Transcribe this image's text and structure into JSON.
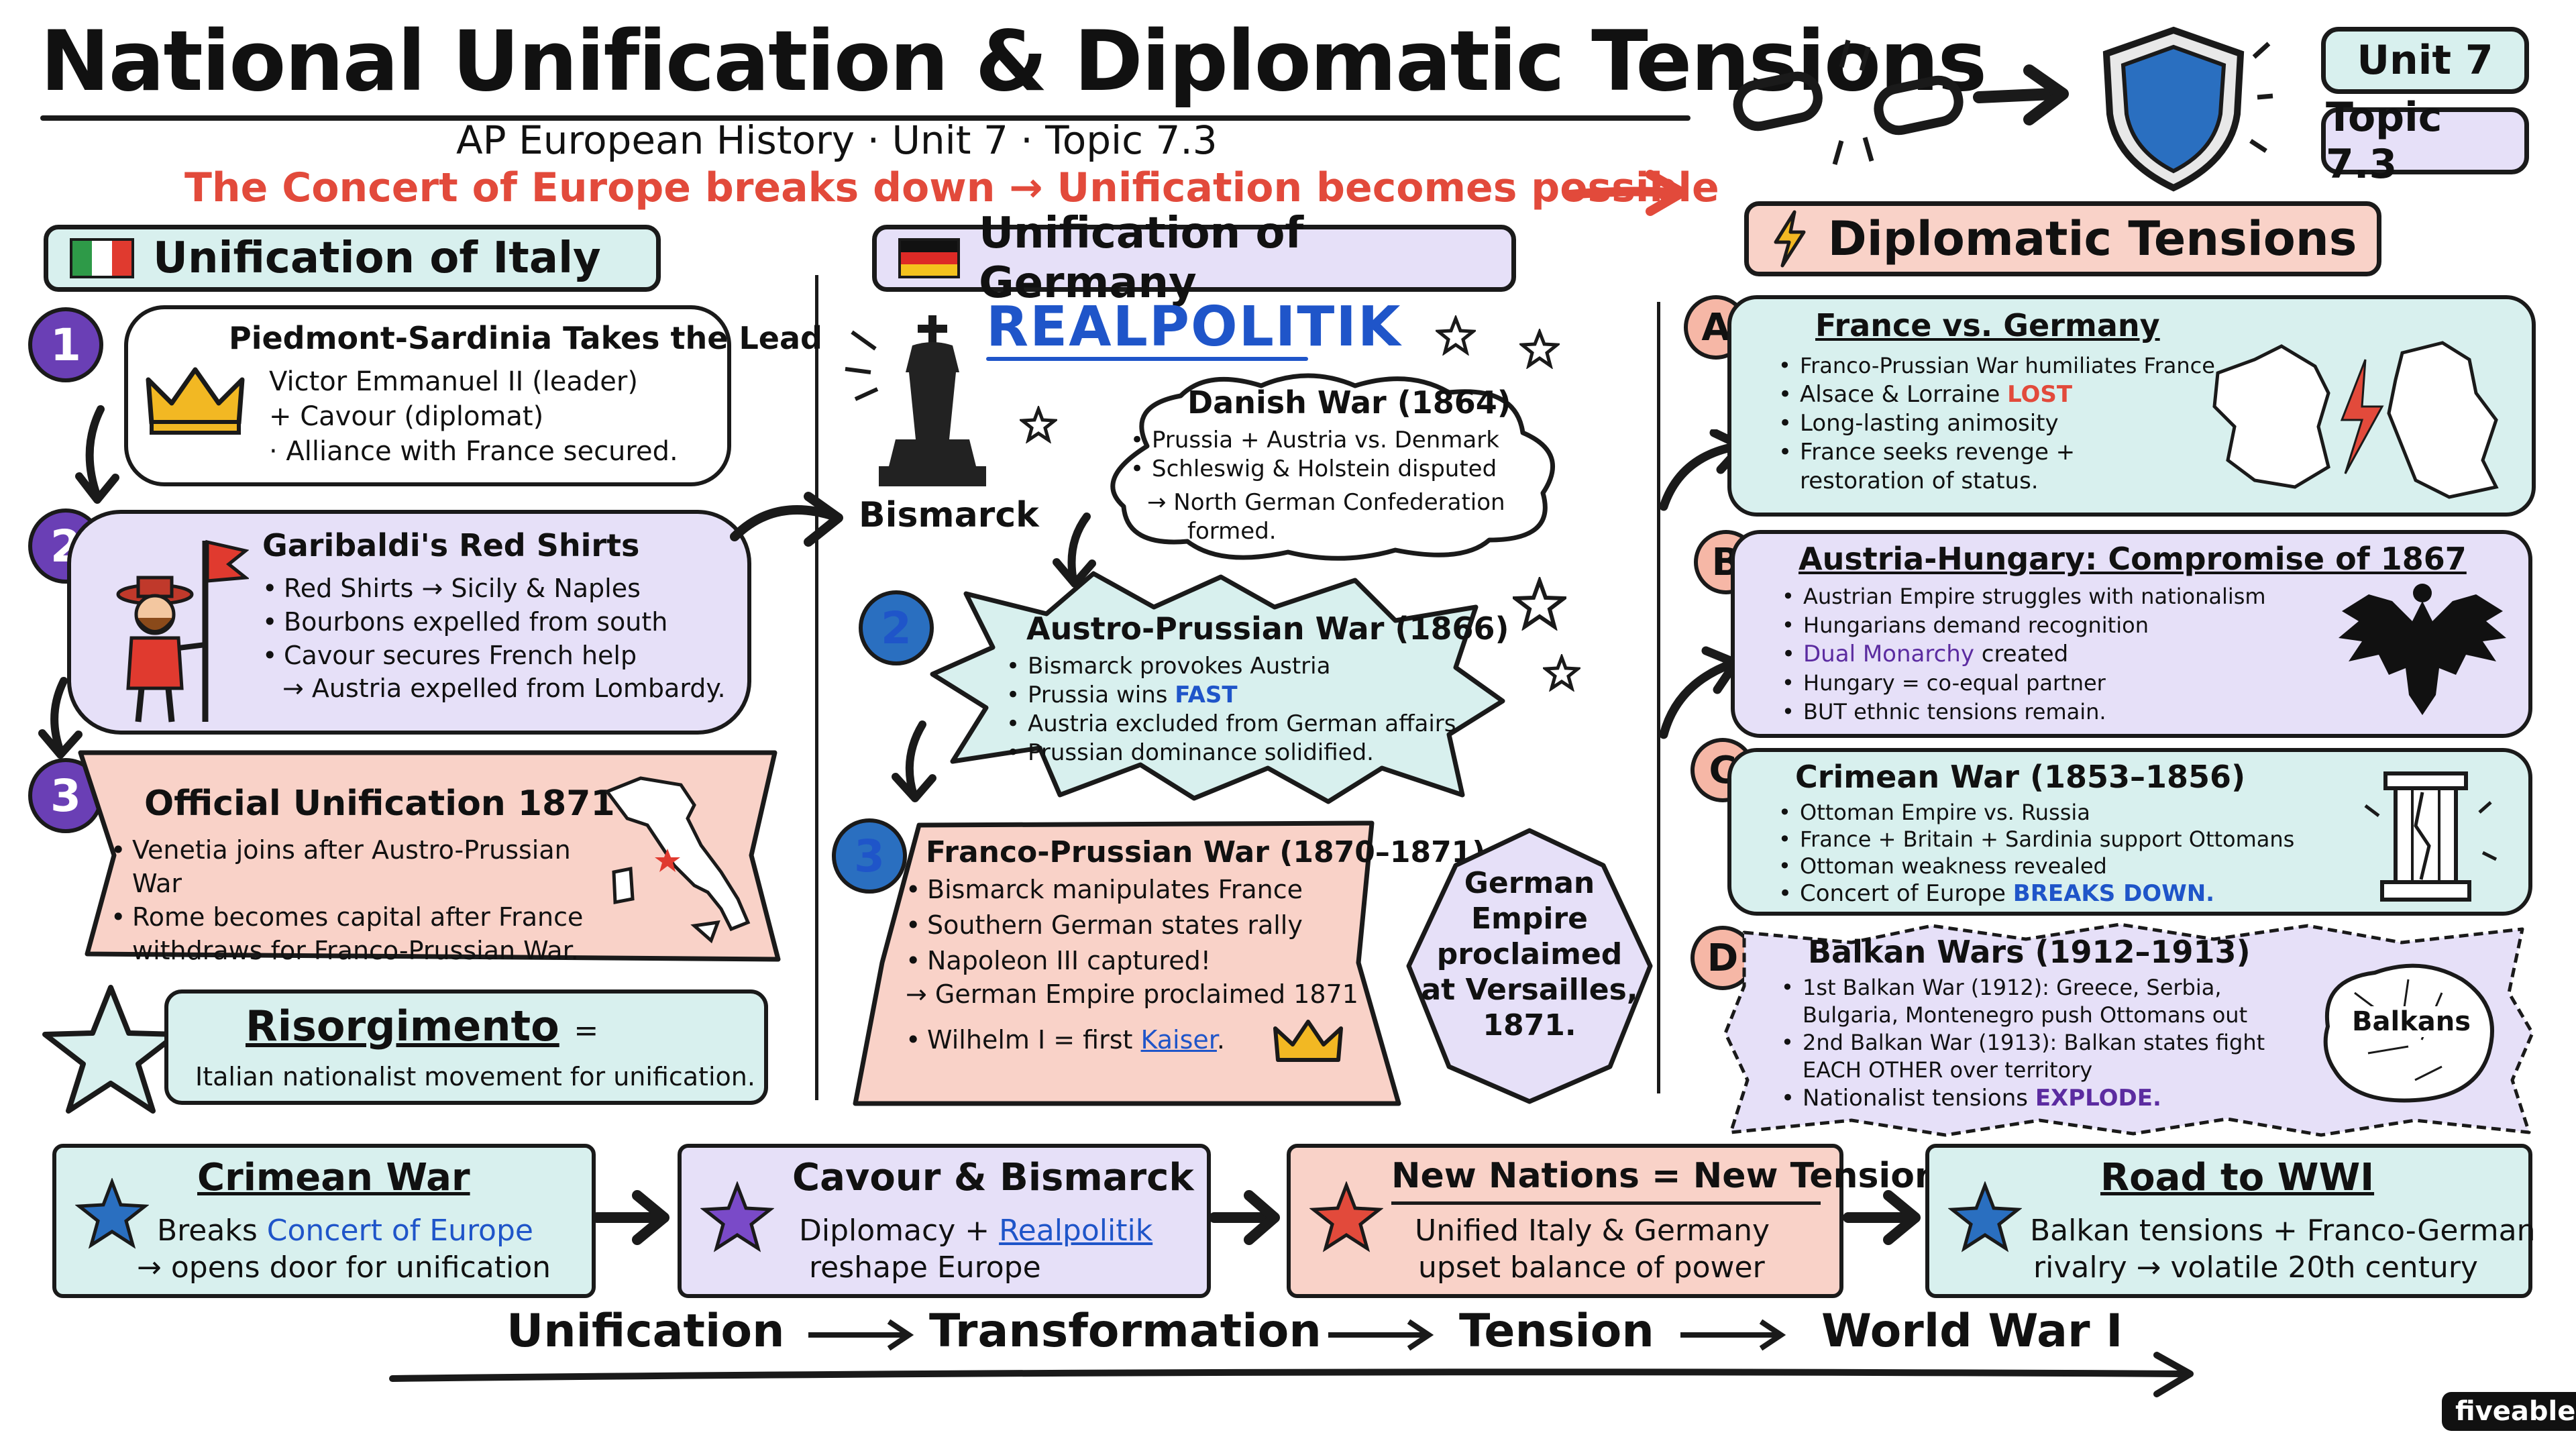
{
  "header": {
    "title": "National Unification & Diplomatic Tensions",
    "subtitle": "AP European History · Unit 7 · Topic 7.3",
    "tagline": "The Concert of Europe breaks down → Unification becomes possible",
    "unit_tag": "Unit 7",
    "topic_tag": "Topic 7.3"
  },
  "italy": {
    "header": "Unification of Italy",
    "step1": {
      "num": "1",
      "title": "Piedmont-Sardinia Takes the Lead",
      "lines": [
        "Victor Emmanuel II (leader)",
        "+ Cavour (diplomat)",
        "· Alliance with France secured."
      ]
    },
    "step2": {
      "num": "2",
      "title": "Garibaldi's Red Shirts",
      "bullets": [
        "Red Shirts → Sicily & Naples",
        "Bourbons expelled from south",
        "Cavour secures French help"
      ],
      "arrow_line": "→ Austria expelled from Lombardy."
    },
    "step3": {
      "num": "3",
      "title": "Official Unification 1871",
      "bullets": [
        "Venetia joins after Austro-Prussian War",
        "Rome becomes capital after France withdraws for Franco-Prussian War."
      ]
    },
    "risorgimento": {
      "term": "Risorgimento",
      "eq": "=",
      "definition": "Italian nationalist movement for unification."
    }
  },
  "germany": {
    "header": "Unification of Germany",
    "realpolitik": "REALPOLITIK",
    "bismarck": "Bismarck",
    "danish": {
      "title": "Danish War (1864)",
      "bullets": [
        "Prussia + Austria vs. Denmark",
        "Schleswig & Holstein disputed"
      ],
      "arrow_line": "→ North German Confederation formed."
    },
    "austro": {
      "num": "2",
      "title": "Austro-Prussian War (1866)",
      "b1": "Bismarck provokes Austria",
      "b2_pre": "Prussia wins ",
      "b2_em": "FAST",
      "b3": "Austria excluded from German affairs",
      "b4": "Prussian dominance solidified."
    },
    "franco": {
      "num": "3",
      "title": "Franco-Prussian War (1870–1871)",
      "b1": "Bismarck manipulates France",
      "b2": "Southern German states rally",
      "b3": "Napoleon III captured!",
      "arrow_line": "→ German Empire proclaimed 1871",
      "b5_pre": "Wilhelm I = first ",
      "b5_em": "Kaiser"
    },
    "empire_badge": "German Empire proclaimed at Versailles, 1871."
  },
  "tensions": {
    "header": "Diplomatic Tensions",
    "A": {
      "letter": "A",
      "title": "France vs. Germany",
      "b1": "Franco-Prussian War humiliates France",
      "b2_pre": "Alsace & Lorraine ",
      "b2_em": "LOST",
      "b3": "Long-lasting animosity",
      "b4": "France seeks revenge + restoration of status."
    },
    "B": {
      "letter": "B",
      "title": "Austria-Hungary: Compromise of 1867",
      "b1": "Austrian Empire struggles with nationalism",
      "b2": "Hungarians demand recognition",
      "b3_em": "Dual Monarchy",
      "b3_post": " created",
      "b4": "Hungary = co-equal partner",
      "b5": "BUT ethnic tensions remain."
    },
    "C": {
      "letter": "C",
      "title": "Crimean War (1853–1856)",
      "b1": "Ottoman Empire vs. Russia",
      "b2": "France + Britain + Sardinia support Ottomans",
      "b3": "Ottoman weakness revealed",
      "b4_pre": "Concert of Europe ",
      "b4_em": "BREAKS DOWN."
    },
    "D": {
      "letter": "D",
      "title": "Balkan Wars (1912–1913)",
      "b1": "1st Balkan War (1912): Greece, Serbia, Bulgaria, Montenegro push Ottomans out",
      "b2": "2nd Balkan War (1913): Balkan states fight EACH OTHER over territory",
      "b3_pre": "Nationalist tensions ",
      "b3_em": "EXPLODE.",
      "map_label": "Balkans"
    }
  },
  "bottom": {
    "cards": [
      {
        "title": "Crimean War",
        "l1_pre": "Breaks ",
        "l1_em": "Concert of Europe",
        "l2": "→ opens door for unification"
      },
      {
        "title": "Cavour & Bismarck",
        "l1_pre": "Diplomacy + ",
        "l1_em": "Realpolitik",
        "l2": "reshape Europe"
      },
      {
        "title": "New Nations = New Tensions",
        "l1_pre": "Unified Italy & Germany",
        "l1_em": "",
        "l2": "upset balance of power"
      },
      {
        "title": "Road to WWI",
        "l1_pre": "Balkan tensions + Franco-German",
        "l1_em": "",
        "l2": "rivalry → volatile 20th century"
      }
    ],
    "timeline": [
      "Unification",
      "Transformation",
      "Tension",
      "World War I"
    ]
  },
  "brand": "fiveable",
  "colors": {
    "teal": "#d8f0ee",
    "lavender": "#e6e0f8",
    "salmon": "#f9d2c8",
    "accent_red": "#e24a3b",
    "accent_blue": "#1f55c9",
    "purple": "#6a3fb5"
  }
}
